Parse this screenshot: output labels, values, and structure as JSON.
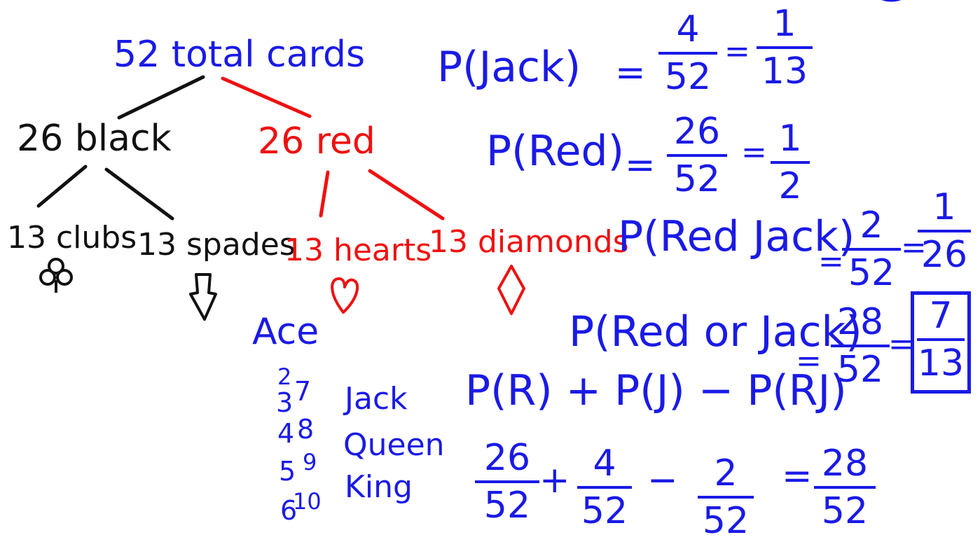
{
  "colors": {
    "ink_blue": "#1a1ae6",
    "ink_red": "#ee1111",
    "ink_black": "#111111"
  },
  "tree": {
    "root": "52 total cards",
    "black": "26 black",
    "red": "26 red",
    "clubs": "13 clubs",
    "spades": "13 spades",
    "hearts": "13 hearts",
    "diamonds": "13 diamonds",
    "suit_icons": [
      "club-icon",
      "spade-icon",
      "heart-icon",
      "diamond-icon"
    ]
  },
  "ranks": {
    "ace": "Ace",
    "col1": [
      "2",
      "3",
      "4",
      "5",
      "6"
    ],
    "col2": [
      "7",
      "8",
      "9",
      "10"
    ],
    "faces": [
      "Jack",
      "Queen",
      "King"
    ]
  },
  "eq_jack": {
    "label": "P(Jack)",
    "equals": "=",
    "num": "4",
    "den": "52",
    "eq2": "=",
    "rnum": "1",
    "rden": "13"
  },
  "eq_red": {
    "label": "P(Red)",
    "equals": "=",
    "num": "26",
    "den": "52",
    "eq2": "=",
    "rnum": "1",
    "rden": "2"
  },
  "eq_redjack": {
    "label": "P(Red Jack)",
    "equals": "=",
    "num": "2",
    "den": "52",
    "eq2": "=",
    "rnum": "1",
    "rden": "26"
  },
  "eq_or": {
    "label": "P(Red or Jack)",
    "equals": "=",
    "num": "28",
    "den": "52",
    "eq2": "=",
    "rnum": "7",
    "rden": "13"
  },
  "eq_formula": {
    "text": "P(R) + P(J) − P(RJ)"
  },
  "eq_sum": {
    "a_num": "26",
    "a_den": "52",
    "plus": "+",
    "b_num": "4",
    "b_den": "52",
    "minus": "−",
    "c_num": "2",
    "c_den": "52",
    "equals": "=",
    "r_num": "28",
    "r_den": "52"
  },
  "corner_mark": ")"
}
